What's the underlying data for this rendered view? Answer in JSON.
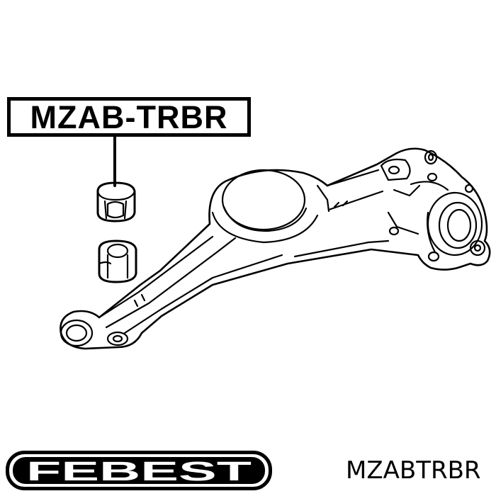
{
  "callout": {
    "part_number": "MZAB-TRBR"
  },
  "brand": {
    "logo_text": "FEBEST",
    "color": "#000000"
  },
  "footer": {
    "code": "MZABTRBR"
  },
  "icons": [
    "bushing-icon",
    "suspension-arm-icon"
  ]
}
